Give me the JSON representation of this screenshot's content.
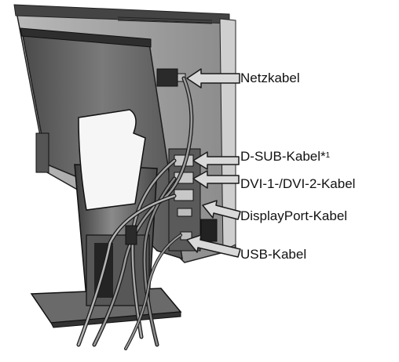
{
  "illustration": {
    "subject": "monitor-rear-cable-routing",
    "colors": {
      "body_dark": "#3a3a3a",
      "body_mid": "#6e6e6e",
      "body_light": "#9a9a9a",
      "cover_white": "#f4f4f4",
      "arrow_fill": "#d6d6d6",
      "arrow_stroke": "#1a1a1a"
    }
  },
  "callouts": [
    {
      "id": "netzkabel",
      "text": "Netzkabel",
      "sup": ""
    },
    {
      "id": "dsub",
      "text": "D-SUB-Kabel*",
      "sup": "1"
    },
    {
      "id": "dvi",
      "text": "DVI-1-/DVI-2-Kabel",
      "sup": ""
    },
    {
      "id": "displayport",
      "text": "DisplayPort-Kabel",
      "sup": ""
    },
    {
      "id": "usb",
      "text": "USB-Kabel",
      "sup": ""
    }
  ]
}
